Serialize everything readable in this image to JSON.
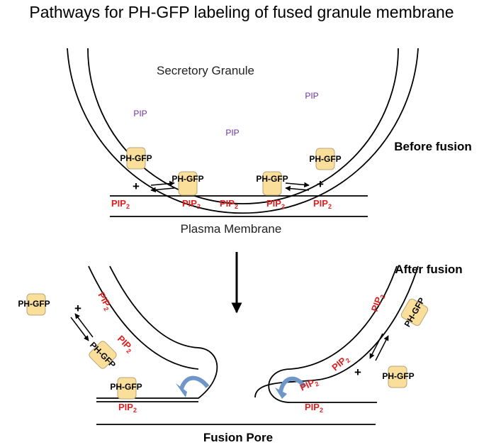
{
  "title": "Pathways for PH-GFP labeling of fused granule membrane",
  "labels": {
    "secretory_granule": "Secretory Granule",
    "plasma_membrane": "Plasma Membrane",
    "before_fusion": "Before fusion",
    "after_fusion": "After fusion",
    "fusion_pore": "Fusion Pore"
  },
  "probe": "PH-GFP",
  "granule_lipid": "PIP",
  "membrane_lipid": {
    "base": "PIP",
    "subscript": "2"
  },
  "plus_sign": "+",
  "colors": {
    "pip": "#7030a0",
    "pip2": "#e02020",
    "probe_fill": "#f9df9a",
    "curl_arrow": "#6f96c8"
  }
}
